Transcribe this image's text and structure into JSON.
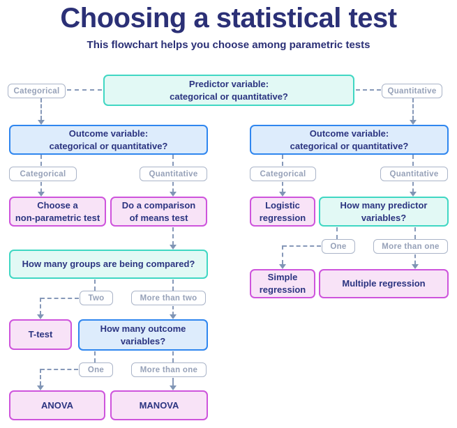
{
  "title": "Choosing a statistical test",
  "subtitle": "This flowchart helps you choose among parametric tests",
  "labels": {
    "categorical": "Categorical",
    "quantitative": "Quantitative",
    "two": "Two",
    "more_than_two": "More than two",
    "one": "One",
    "more_than_one": "More than one"
  },
  "nodes": {
    "predictor_question": "Predictor variable:\ncategorical or quantitative?",
    "outcome_question": "Outcome variable:\ncategorical or quantitative?",
    "non_parametric": "Choose a\nnon-parametric test",
    "comparison_of_means": "Do a comparison\nof means test",
    "groups_question": "How many groups are being compared?",
    "t_test": "T-test",
    "outcome_vars_question": "How many outcome\nvariables?",
    "anova": "ANOVA",
    "manova": "MANOVA",
    "logistic_regression": "Logistic\nregression",
    "predictor_vars_question": "How many predictor\nvariables?",
    "simple_regression": "Simple\nregression",
    "multiple_regression": "Multiple regression"
  },
  "colors": {
    "navy_text": "#2b3076",
    "teal_border": "#40d7c3",
    "teal_fill": "#e2f9f5",
    "blue_border": "#2f86ef",
    "blue_fill": "#ddecfc",
    "pink_border": "#ce54dc",
    "pink_fill": "#f8e3f7",
    "tag_border": "#aab4c8",
    "tag_text": "#96a1b8",
    "connector": "#8095b5"
  }
}
